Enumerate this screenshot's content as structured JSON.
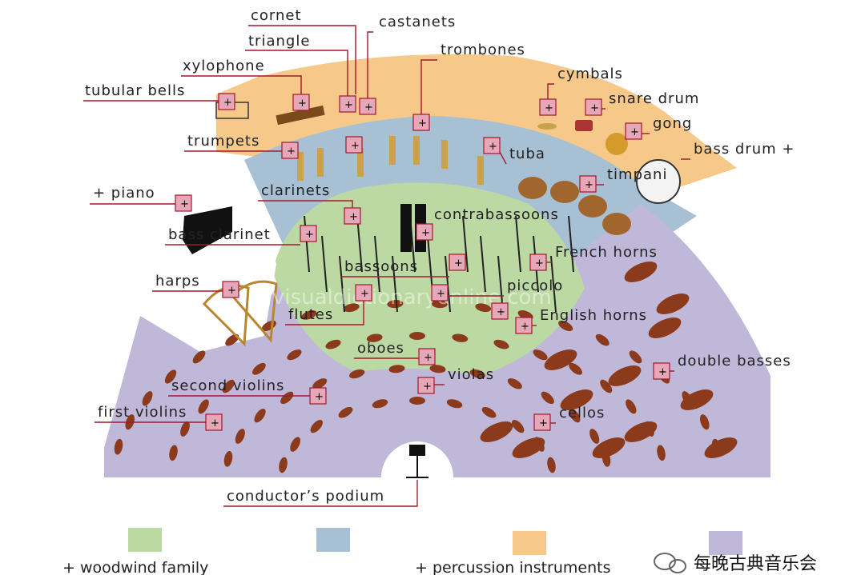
{
  "colors": {
    "woodwind": "#bcd9a3",
    "brass": "#a8c0d3",
    "percussion": "#f6c98a",
    "strings": "#bfb8d8",
    "leader": "#a2182c",
    "plus_fill": "#e6a7b9"
  },
  "labels": [
    {
      "id": "cornet",
      "text": "cornet"
    },
    {
      "id": "castanets",
      "text": "castanets"
    },
    {
      "id": "triangle",
      "text": "triangle"
    },
    {
      "id": "trombones",
      "text": "trombones"
    },
    {
      "id": "xylophone",
      "text": "xylophone"
    },
    {
      "id": "tubular-bells",
      "text": "tubular bells"
    },
    {
      "id": "cymbals",
      "text": "cymbals"
    },
    {
      "id": "snare-drum",
      "text": "snare drum"
    },
    {
      "id": "gong",
      "text": "gong"
    },
    {
      "id": "trumpets",
      "text": "trumpets"
    },
    {
      "id": "bass-drum",
      "text": "bass drum +"
    },
    {
      "id": "tuba",
      "text": "tuba"
    },
    {
      "id": "timpani",
      "text": "timpani"
    },
    {
      "id": "piano",
      "text": "+ piano"
    },
    {
      "id": "clarinets",
      "text": "clarinets"
    },
    {
      "id": "contrabassoons",
      "text": "contrabassoons"
    },
    {
      "id": "bass-clarinet",
      "text": "bass clarinet"
    },
    {
      "id": "french-horns",
      "text": "French horns"
    },
    {
      "id": "bassoons",
      "text": "bassoons"
    },
    {
      "id": "harps",
      "text": "harps"
    },
    {
      "id": "piccolo",
      "text": "piccolo"
    },
    {
      "id": "flutes",
      "text": "flutes"
    },
    {
      "id": "english-horns",
      "text": "English horns"
    },
    {
      "id": "oboes",
      "text": "oboes"
    },
    {
      "id": "double-basses",
      "text": "double basses"
    },
    {
      "id": "second-violins",
      "text": "second violins"
    },
    {
      "id": "violas",
      "text": "violas"
    },
    {
      "id": "first-violins",
      "text": "first violins"
    },
    {
      "id": "cellos",
      "text": "cellos"
    },
    {
      "id": "conductors-podium",
      "text": "conductor’s podium"
    }
  ],
  "watermark": "visualdictionaryonline.com",
  "legend": {
    "woodwind_label": "+ woodwind family",
    "percussion_label": "+ percussion instruments"
  },
  "brand": "每晚古典音乐会",
  "brand_icon": "wechat-icon"
}
